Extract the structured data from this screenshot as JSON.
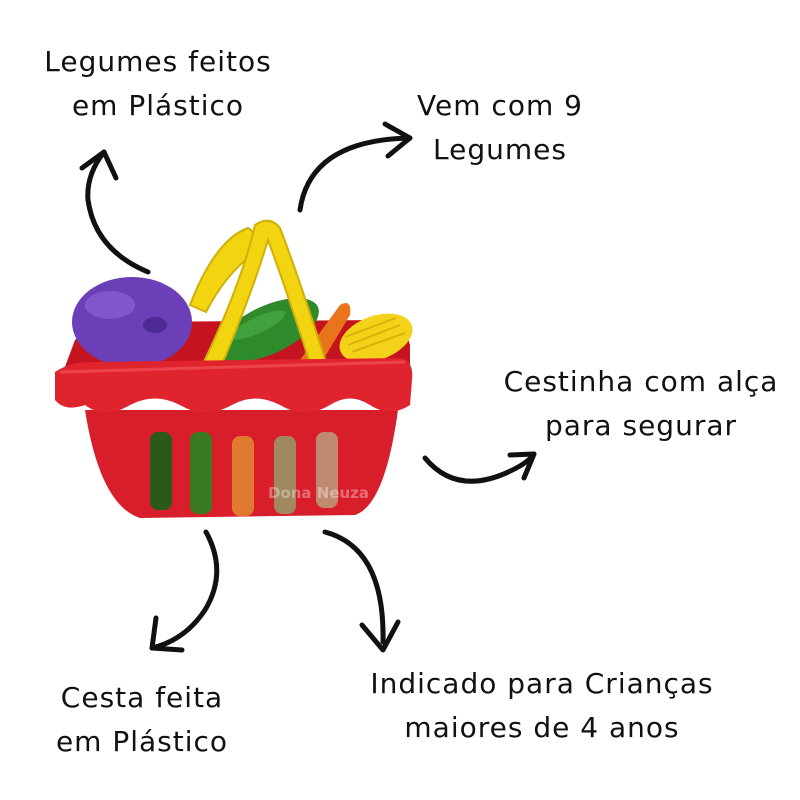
{
  "labels": {
    "top_left": [
      "Legumes feitos",
      "em Plástico"
    ],
    "top_right": [
      "Vem com 9",
      "Legumes"
    ],
    "right": [
      "Cestinha com alça",
      "para segurar"
    ],
    "bottom_left": [
      "Cesta feita",
      "em Plástico"
    ],
    "bottom_right": [
      "Indicado para Crianças",
      "maiores de 4 anos"
    ]
  },
  "watermark": "Dona Neuza",
  "colors": {
    "basket_red": "#d81e2a",
    "handle_yellow": "#f2d410",
    "eggplant_purple": "#6a3fb8",
    "cucumber_green": "#2e8a2a",
    "corn_yellow": "#f5d21a",
    "carrot_orange": "#e9741b"
  },
  "icons": [
    "arrow-icon"
  ]
}
